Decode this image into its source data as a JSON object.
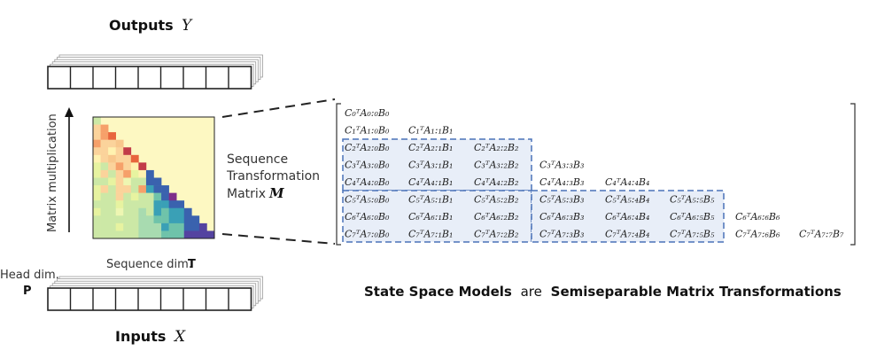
{
  "outputs": {
    "label": "Outputs",
    "symbol": "Y"
  },
  "inputs": {
    "label": "Inputs",
    "symbol": "X"
  },
  "axis_label": "Matrix multiplication",
  "seq_dim": {
    "label": "Sequence dim.",
    "symbol": "T"
  },
  "head_dim": {
    "label": "Head dim.",
    "symbol": "P"
  },
  "matrix_caption": {
    "line1": "Sequence",
    "line2": "Transformation",
    "line3": "Matrix",
    "symbol": "M"
  },
  "title": {
    "part1": "State Space Models",
    "part2": "are",
    "part3": "Semiseparable Matrix Transformations"
  },
  "colors": {
    "heatmap_bg": "#fdf8c2",
    "block_fill": "#e8eef8",
    "block_border": "#4a72b8",
    "tensor_border": "#222222"
  },
  "matrix_entries": [
    [
      "C₀ᵀA₀:₀B₀"
    ],
    [
      "C₁ᵀA₁:₀B₀",
      "C₁ᵀA₁:₁B₁"
    ],
    [
      "C₂ᵀA₂:₀B₀",
      "C₂ᵀA₂:₁B₁",
      "C₂ᵀA₂:₂B₂"
    ],
    [
      "C₃ᵀA₃:₀B₀",
      "C₃ᵀA₃:₁B₁",
      "C₃ᵀA₃:₂B₂",
      "C₃ᵀA₃:₃B₃"
    ],
    [
      "C₄ᵀA₄:₀B₀",
      "C₄ᵀA₄:₁B₁",
      "C₄ᵀA₄:₂B₂",
      "C₄ᵀA₄:₃B₃",
      "C₄ᵀA₄:₄B₄"
    ],
    [
      "C₅ᵀA₅:₀B₀",
      "C₅ᵀA₅:₁B₁",
      "C₅ᵀA₅:₂B₂",
      "C₅ᵀA₅:₃B₃",
      "C₅ᵀA₅:₄B₄",
      "C₅ᵀA₅:₅B₅"
    ],
    [
      "C₆ᵀA₆:₀B₀",
      "C₆ᵀA₆:₁B₁",
      "C₆ᵀA₆:₂B₂",
      "C₆ᵀA₆:₃B₃",
      "C₆ᵀA₆:₄B₄",
      "C₆ᵀA₆:₅B₅",
      "C₆ᵀA₆:₆B₆"
    ],
    [
      "C₇ᵀA₇:₀B₀",
      "C₇ᵀA₇:₁B₁",
      "C₇ᵀA₇:₂B₂",
      "C₇ᵀA₇:₃B₃",
      "C₇ᵀA₇:₄B₄",
      "C₇ᵀA₇:₅B₅",
      "C₇ᵀA₇:₆B₆",
      "C₇ᵀA₇:₇B₇"
    ]
  ]
}
